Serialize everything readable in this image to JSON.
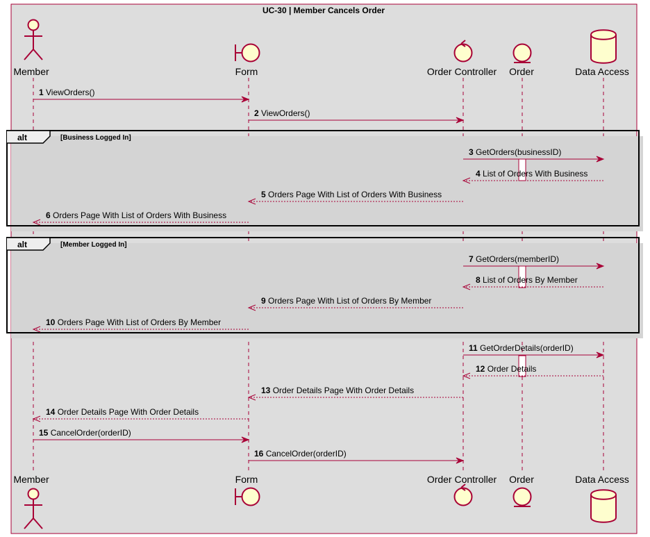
{
  "diagram": {
    "title": "UC-30 | Member Cancels Order",
    "colors": {
      "box_fill": "#DDDDDD",
      "box_border": "#A80036",
      "arrow": "#A80036",
      "participant_fill": "#FEFECE",
      "lifeline": "#A80036",
      "fragment_border": "#000000"
    },
    "participants": [
      {
        "id": "member",
        "label": "Member",
        "kind": "actor"
      },
      {
        "id": "form",
        "label": "Form",
        "kind": "boundary"
      },
      {
        "id": "ctrl",
        "label": "Order Controller",
        "kind": "control"
      },
      {
        "id": "order",
        "label": "Order",
        "kind": "entity"
      },
      {
        "id": "data",
        "label": "Data Access",
        "kind": "database"
      }
    ],
    "fragments": [
      {
        "operator": "alt",
        "guard": "[Business Logged In]"
      },
      {
        "operator": "alt",
        "guard": "[Member Logged In]"
      }
    ],
    "messages": [
      {
        "num": "1",
        "text": "ViewOrders()",
        "from": "member",
        "to": "form",
        "dashed": false
      },
      {
        "num": "2",
        "text": "ViewOrders()",
        "from": "form",
        "to": "ctrl",
        "dashed": false
      },
      {
        "num": "3",
        "text": "GetOrders(businessID)",
        "from": "ctrl",
        "to": "data",
        "dashed": false
      },
      {
        "num": "4",
        "text": "List of Orders With Business",
        "from": "data",
        "to": "ctrl",
        "dashed": true
      },
      {
        "num": "5",
        "text": "Orders Page With List of Orders With Business",
        "from": "ctrl",
        "to": "form",
        "dashed": true
      },
      {
        "num": "6",
        "text": "Orders Page With List of Orders With Business",
        "from": "form",
        "to": "member",
        "dashed": true
      },
      {
        "num": "7",
        "text": "GetOrders(memberID)",
        "from": "ctrl",
        "to": "data",
        "dashed": false
      },
      {
        "num": "8",
        "text": "List of Orders By Member",
        "from": "data",
        "to": "ctrl",
        "dashed": true
      },
      {
        "num": "9",
        "text": "Orders Page With List of Orders By Member",
        "from": "ctrl",
        "to": "form",
        "dashed": true
      },
      {
        "num": "10",
        "text": "Orders Page With List of Orders By Member",
        "from": "form",
        "to": "member",
        "dashed": true
      },
      {
        "num": "11",
        "text": "GetOrderDetails(orderID)",
        "from": "ctrl",
        "to": "data",
        "dashed": false
      },
      {
        "num": "12",
        "text": "Order Details",
        "from": "data",
        "to": "ctrl",
        "dashed": true
      },
      {
        "num": "13",
        "text": "Order Details Page With Order Details",
        "from": "ctrl",
        "to": "form",
        "dashed": true
      },
      {
        "num": "14",
        "text": "Order Details Page With Order Details",
        "from": "form",
        "to": "member",
        "dashed": true
      },
      {
        "num": "15",
        "text": "CancelOrder(orderID)",
        "from": "member",
        "to": "form",
        "dashed": false
      },
      {
        "num": "16",
        "text": "CancelOrder(orderID)",
        "from": "form",
        "to": "ctrl",
        "dashed": false
      }
    ]
  }
}
